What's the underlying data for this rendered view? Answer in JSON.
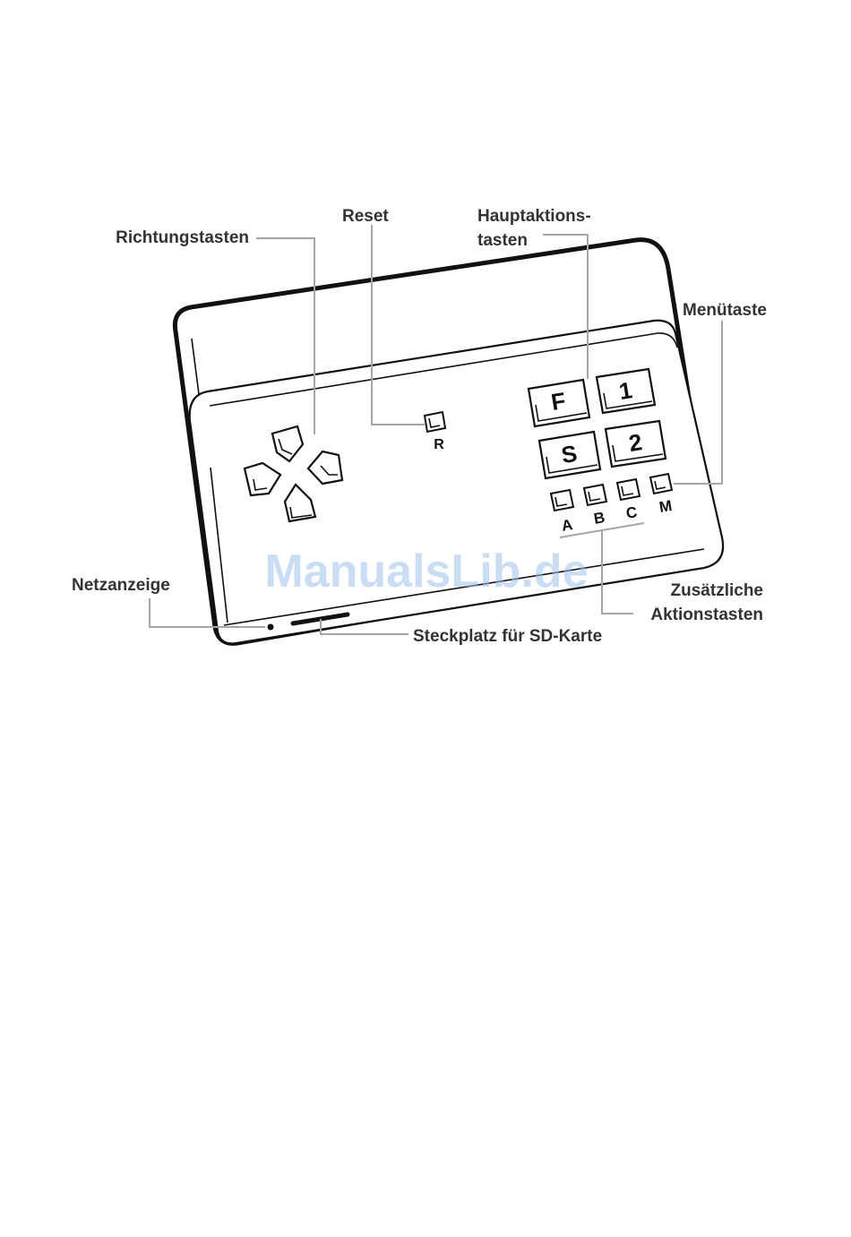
{
  "labels": {
    "richtungstasten": "Richtungstasten",
    "reset": "Reset",
    "hauptaktion_line1": "Hauptaktions-",
    "hauptaktion_line2": "tasten",
    "menuetaste": "Menütaste",
    "netzanzeige": "Netzanzeige",
    "zusaetzliche_line1": "Zusätzliche",
    "zusaetzliche_line2": "Aktionstasten",
    "steckplatz": "Steckplatz für SD-Karte"
  },
  "keys": {
    "reset": "R",
    "main": [
      "F",
      "1",
      "S",
      "2"
    ],
    "extra": [
      "A",
      "B",
      "C",
      "M"
    ]
  },
  "watermark": "ManualsLib.de",
  "colors": {
    "outline": "#111111",
    "leader": "#a6a6a6",
    "callout_text": "#333333",
    "watermark": "#9cc3ec"
  }
}
